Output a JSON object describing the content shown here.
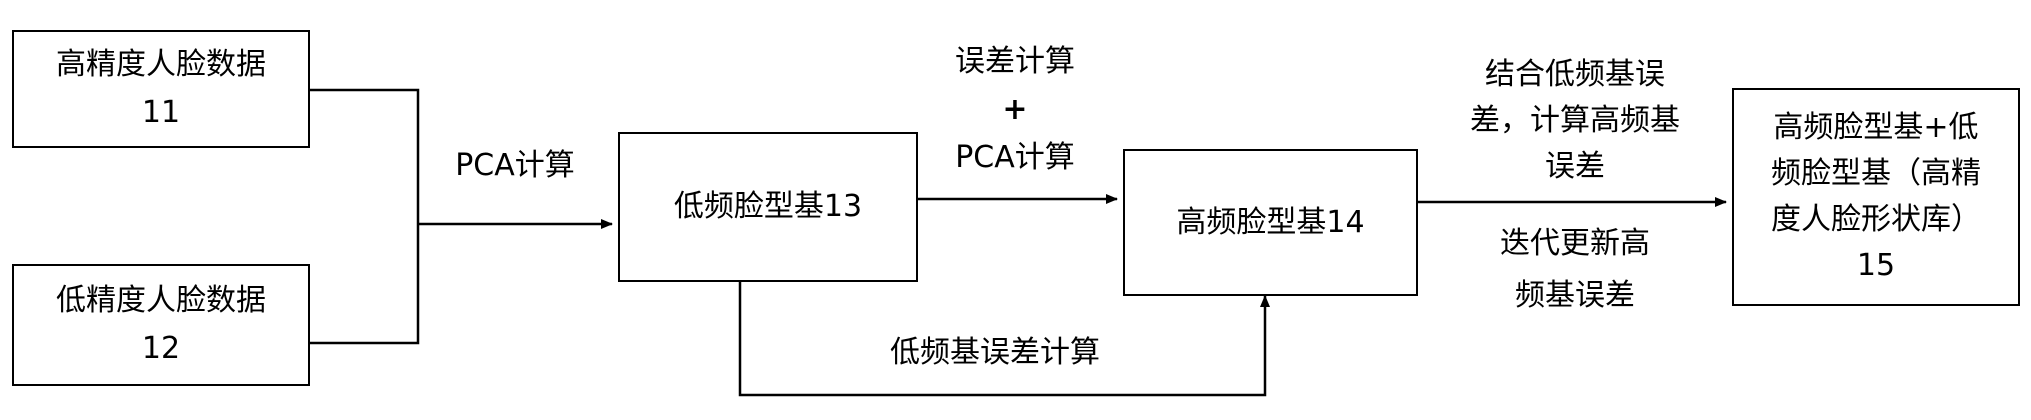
{
  "nodes": {
    "hi_precision_data": {
      "line1": "高精度人脸数据",
      "line2": "11"
    },
    "lo_precision_data": {
      "line1": "低精度人脸数据",
      "line2": "12"
    },
    "low_freq_basis": {
      "text": "低频脸型基13"
    },
    "high_freq_basis": {
      "text": "高频脸型基14"
    },
    "result": {
      "line1": "高频脸型基+低",
      "line2": "频脸型基（高精",
      "line3": "度人脸形状库）",
      "line4": "15"
    }
  },
  "labels": {
    "pca_calc": "PCA计算",
    "error_pca": {
      "line1": "误差计算",
      "line2": "+",
      "line3": "PCA计算"
    },
    "combine": {
      "line1": "结合低频基误",
      "line2": "差，计算高频基",
      "line3": "误差"
    },
    "iterate": {
      "line1": "迭代更新高",
      "line2": "频基误差"
    },
    "low_freq_error": "低频基误差计算"
  }
}
